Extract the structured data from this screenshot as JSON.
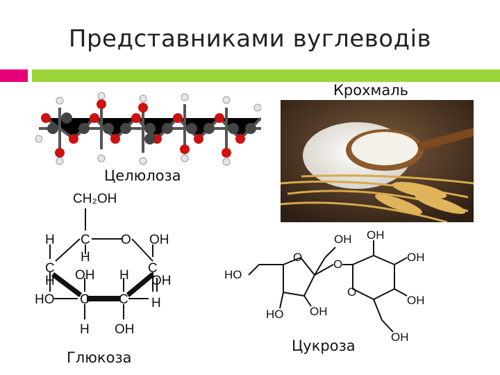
{
  "slide": {
    "title": "Представниками вуглеводів",
    "accent_colors": {
      "pink": "#e5007a",
      "green": "#9bd53a"
    }
  },
  "labels": {
    "starch": "Крохмаль",
    "cellulose": "Целюлоза",
    "glucose": "Глюкоза",
    "sucrose": "Цукроза"
  },
  "glucose_formula": {
    "ch2oh": "CH₂OH",
    "atoms_c": "C",
    "atoms_o": "O",
    "atoms_h": "H",
    "oh": "OH",
    "ho": "HO"
  },
  "sucrose_formula": {
    "oh": "OH",
    "ho": "HO",
    "o": "O"
  }
}
